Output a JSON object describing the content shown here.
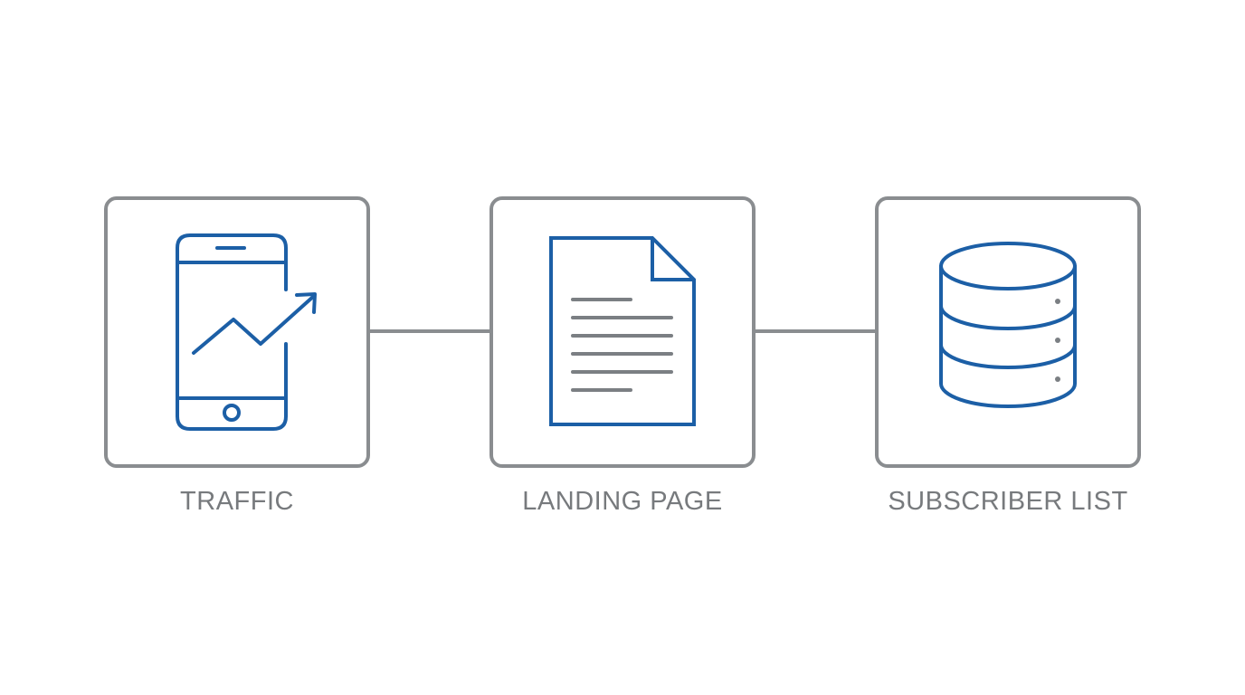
{
  "colors": {
    "frame": "#8a8d90",
    "icon_primary": "#1c5fa6",
    "icon_text_lines": "#7b7f83",
    "label": "#777a7d",
    "background": "#ffffff"
  },
  "nodes": [
    {
      "id": "traffic",
      "label": "TRAFFIC",
      "icon": "smartphone-trend-icon"
    },
    {
      "id": "landing_page",
      "label": "LANDING PAGE",
      "icon": "document-icon"
    },
    {
      "id": "subscriber_list",
      "label": "SUBSCRIBER LIST",
      "icon": "database-icon"
    }
  ],
  "edges": [
    {
      "from": "traffic",
      "to": "landing_page"
    },
    {
      "from": "landing_page",
      "to": "subscriber_list"
    }
  ]
}
